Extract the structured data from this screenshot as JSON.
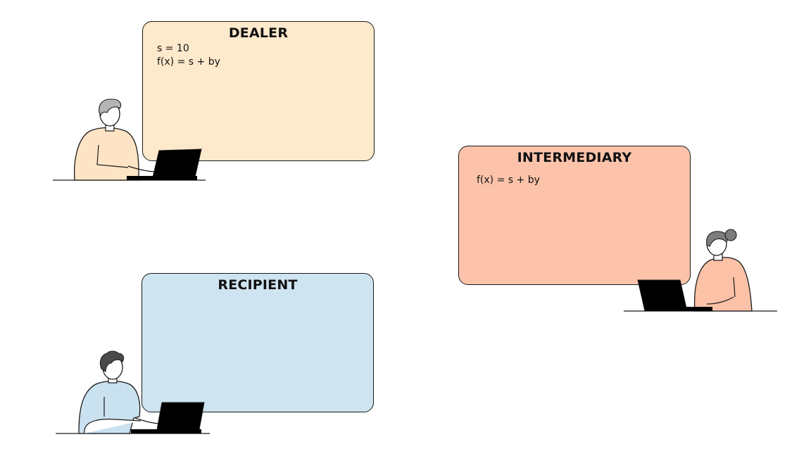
{
  "panels": {
    "dealer": {
      "title": "DEALER",
      "lines": [
        "s = 10",
        "f(x) = s + by"
      ],
      "fill": "#fde9cb"
    },
    "intermediary": {
      "title": "INTERMEDIARY",
      "lines": [
        "f(x) = s + by"
      ],
      "fill": "#fcc3aa"
    },
    "recipient": {
      "title": "RECIPIENT",
      "lines": [],
      "fill": "#cfe4f1"
    }
  },
  "people": {
    "dealer": {
      "icon": "person-at-laptop-icon",
      "shirt": "#fde4c5",
      "hair": "#b5b5b5"
    },
    "intermediary": {
      "icon": "person-at-laptop-icon",
      "shirt": "#fbc2a7",
      "hair": "#7d7d7d"
    },
    "recipient": {
      "icon": "person-at-laptop-icon",
      "shirt": "#cae1f0",
      "hair": "#4a4a4a"
    }
  },
  "colors": {
    "outline": "#1a1a1a",
    "laptop": "#000000"
  }
}
